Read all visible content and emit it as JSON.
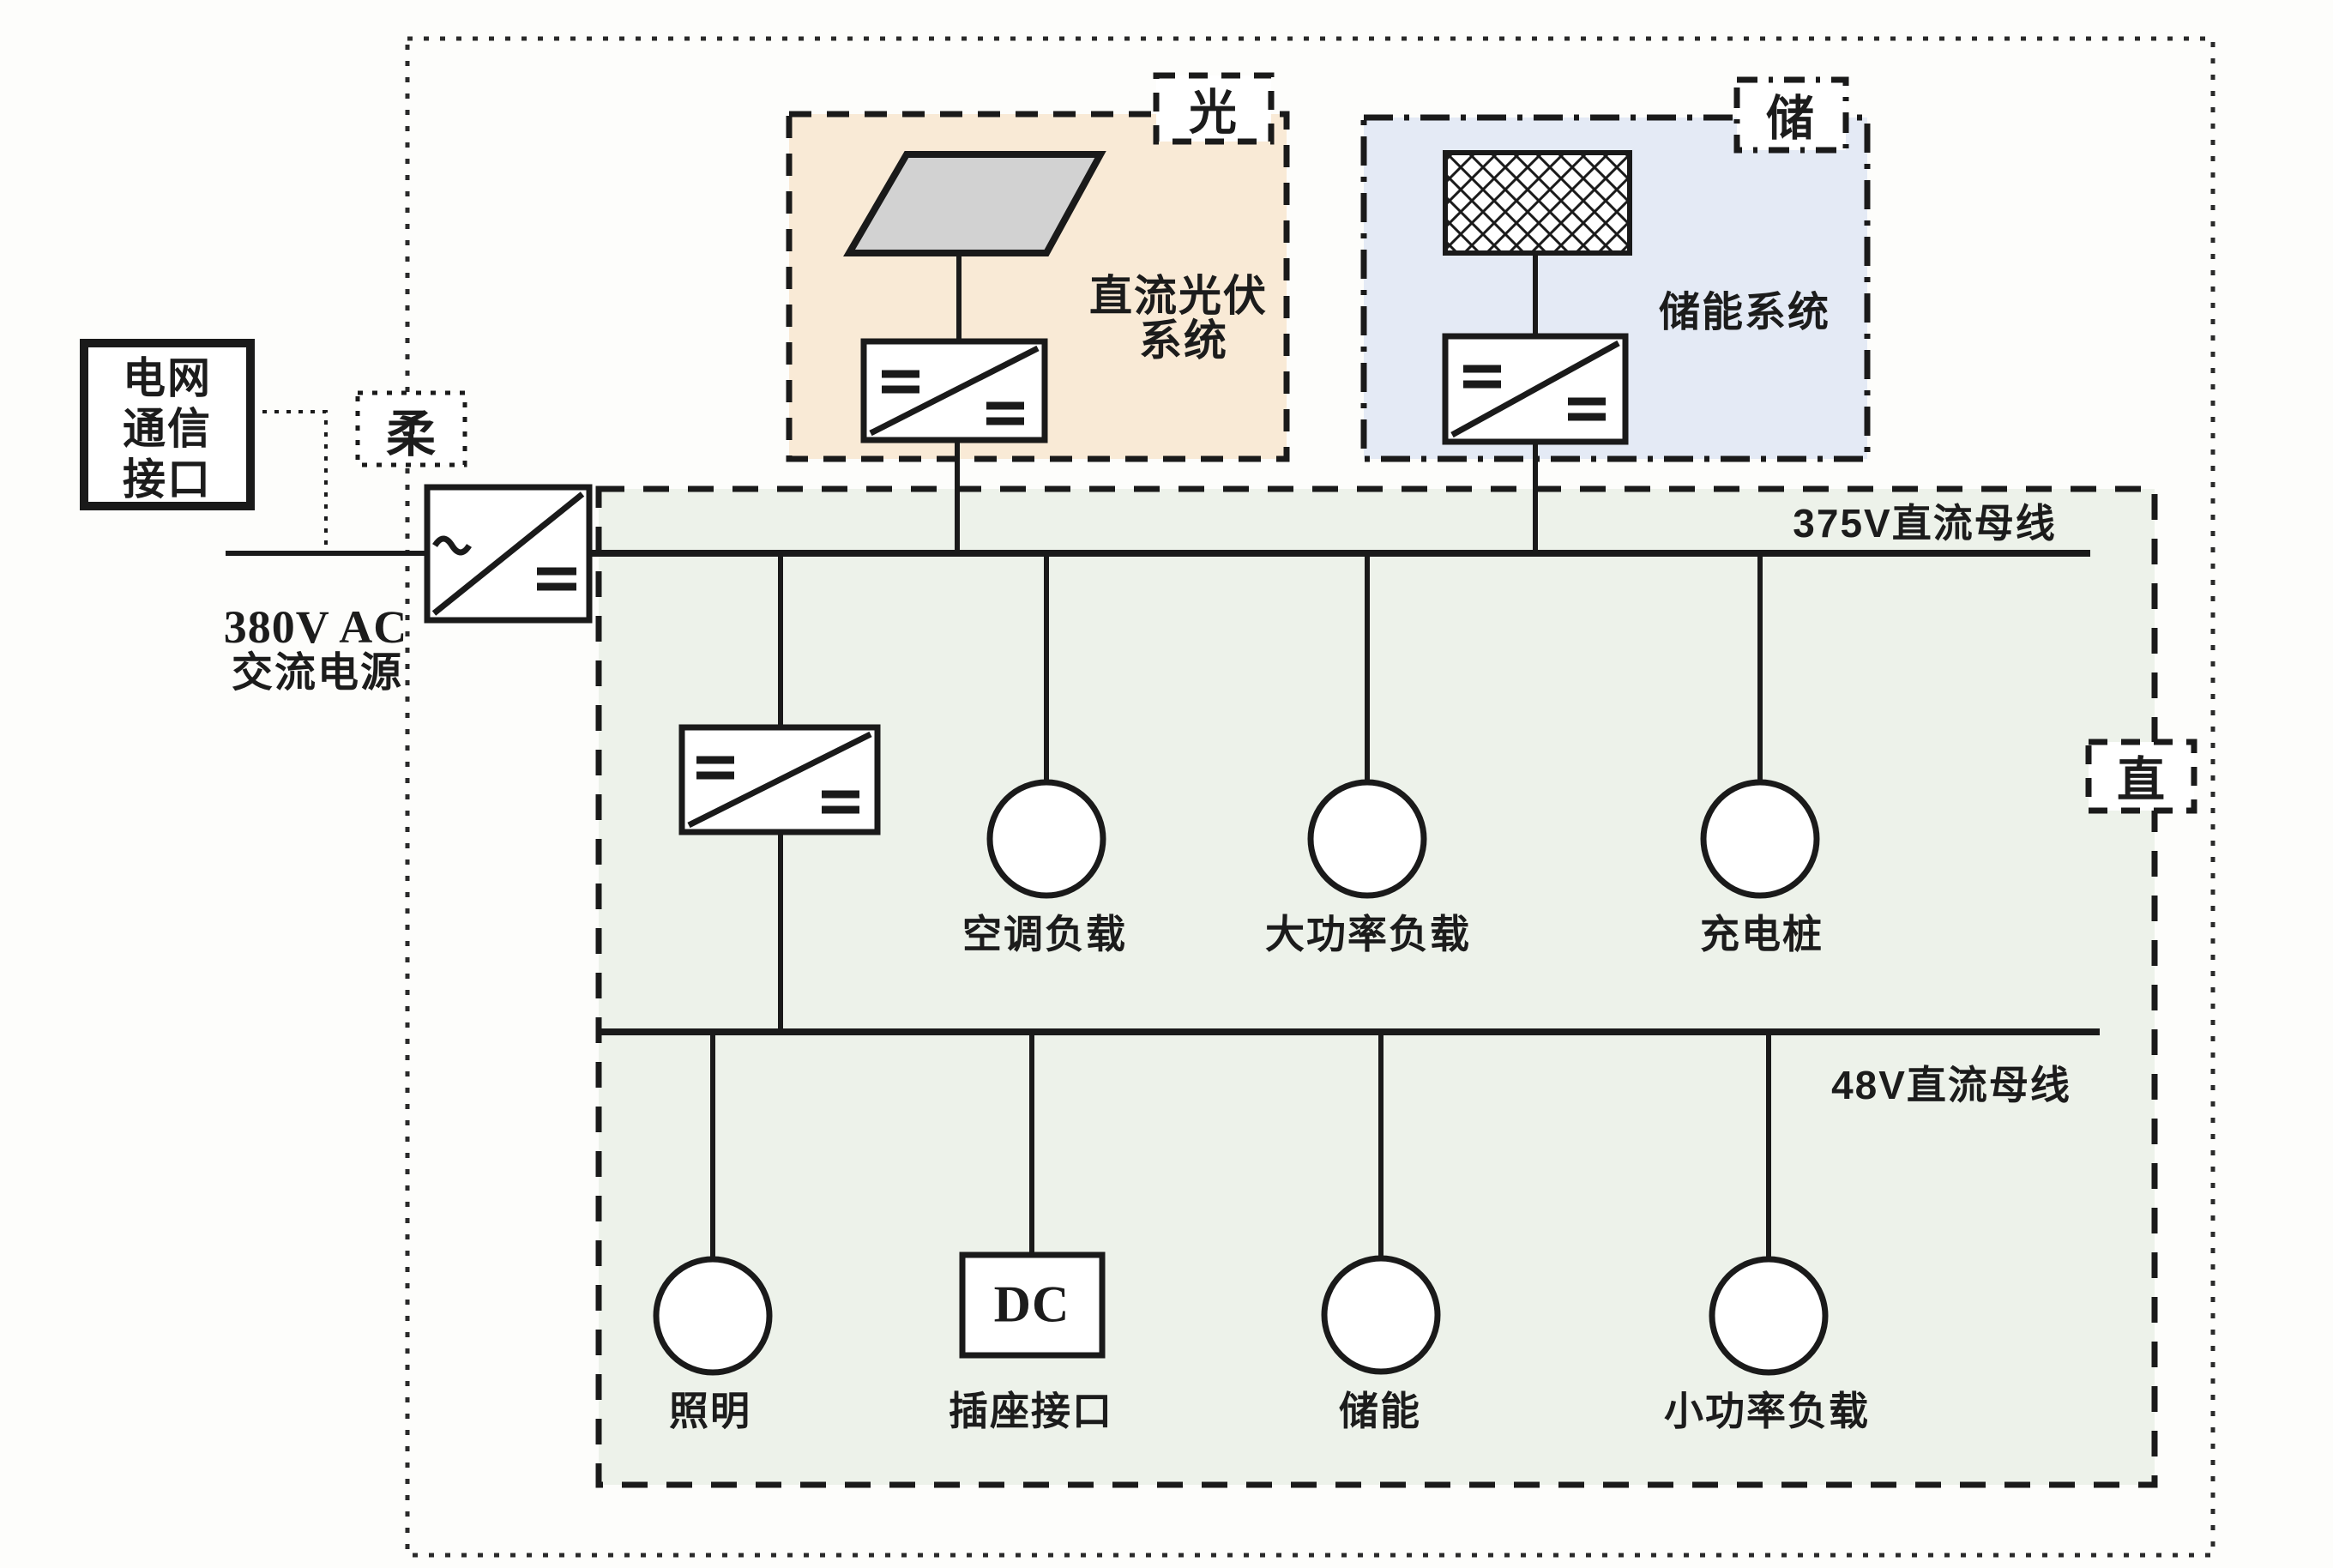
{
  "diagram": {
    "title_implicit": "DC microgrid one-line diagram",
    "grid_interface": {
      "line1": "电网",
      "line2": "通信",
      "line3": "接口"
    },
    "badges": {
      "flexible": "柔",
      "pv": "光",
      "storage": "储",
      "dc": "直"
    },
    "ac_source": {
      "line1": "380V AC",
      "line2": "交流电源"
    },
    "pv_system": {
      "label_line1": "直流光伏",
      "label_line2": "系统"
    },
    "storage_system": {
      "label": "储能系统"
    },
    "buses": {
      "bus_375v_label": "375V直流母线",
      "bus_48v_label": "48V直流母线"
    },
    "loads_375v": [
      {
        "label": "空调负载"
      },
      {
        "label": "大功率负载"
      },
      {
        "label": "充电桩"
      }
    ],
    "loads_48v": [
      {
        "label": "照明"
      },
      {
        "label": "插座接口"
      },
      {
        "label": "储能"
      },
      {
        "label": "小功率负载"
      }
    ],
    "dc_socket": {
      "label": "DC"
    },
    "icons": {
      "solar-panel-icon": "gray parallelogram panel",
      "battery-icon": "cross-hatched rectangle cell",
      "ac-dc-converter-icon": "box with diagonal, ~ and = marks",
      "dc-dc-converter-icon": "box with diagonal, = and = marks",
      "load-circle-icon": "open circle load symbol"
    },
    "colors": {
      "line": "#1a1a1a",
      "pv_fill": "#f9ead6",
      "storage_fill": "#e4eaf5",
      "bus_region_fill": "#edf2ea",
      "panel_fill": "#d2d2d2",
      "symbol_fill": "#ffffff"
    }
  }
}
